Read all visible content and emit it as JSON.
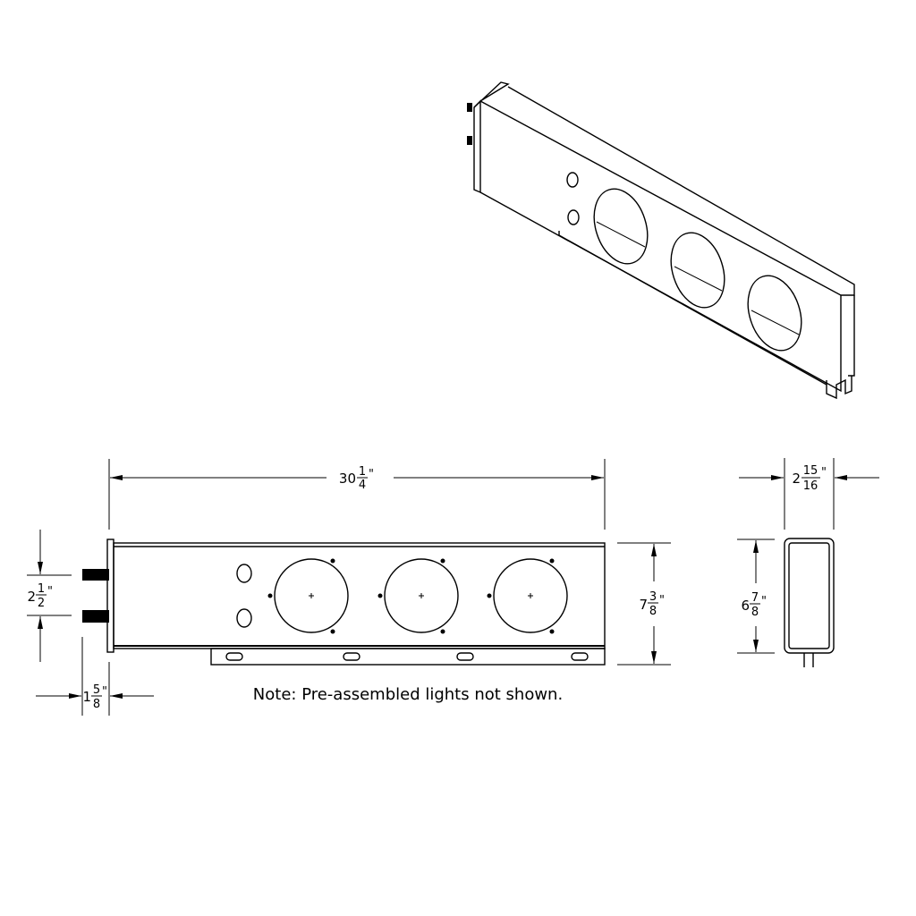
{
  "note": "Note: Pre-assembled lights not shown.",
  "dimensions": {
    "overall_length": {
      "whole": "30",
      "num": "1",
      "den": "4",
      "unit": "\""
    },
    "stud_spacing": {
      "whole": "2",
      "num": "1",
      "den": "2",
      "unit": "\""
    },
    "stud_length": {
      "whole": "1",
      "num": "5",
      "den": "8",
      "unit": "\""
    },
    "height_with_bracket": {
      "whole": "7",
      "num": "3",
      "den": "8",
      "unit": "\""
    },
    "depth": {
      "whole": "2",
      "num": "15",
      "den": "16",
      "unit": "\""
    },
    "box_height": {
      "whole": "6",
      "num": "7",
      "den": "8",
      "unit": "\""
    }
  },
  "colors": {
    "line": "#000000",
    "background": "#ffffff"
  }
}
